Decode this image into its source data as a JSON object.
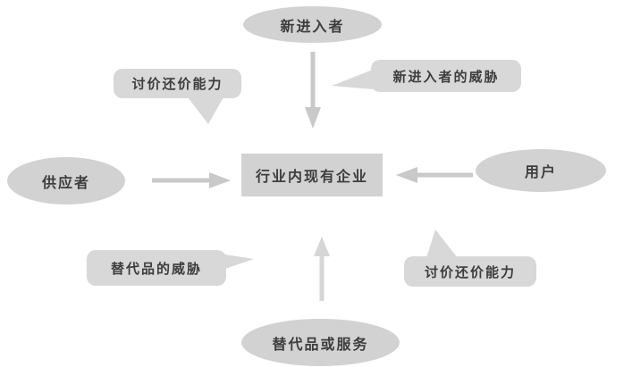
{
  "nodes": {
    "new_entrants": {
      "label": "新进入者",
      "shape": "ellipse"
    },
    "suppliers": {
      "label": "供应者",
      "shape": "ellipse"
    },
    "incumbents": {
      "label": "行业内现有企业",
      "shape": "rect"
    },
    "buyers": {
      "label": "用户",
      "shape": "ellipse"
    },
    "substitutes": {
      "label": "替代品或服务",
      "shape": "ellipse"
    }
  },
  "callouts": {
    "bargaining_power_suppliers": {
      "label": "讨价还价能力",
      "points_to": "suppliers-arrow"
    },
    "threat_of_new_entrants": {
      "label": "新进入者的威胁",
      "points_to": "new-entrants-arrow"
    },
    "threat_of_substitutes": {
      "label": "替代品的威胁",
      "points_to": "substitutes-arrow"
    },
    "bargaining_power_buyers": {
      "label": "讨价还价能力",
      "points_to": "buyers-arrow"
    }
  },
  "edges": [
    {
      "from": "new_entrants",
      "to": "incumbents",
      "direction": "down"
    },
    {
      "from": "suppliers",
      "to": "incumbents",
      "direction": "right"
    },
    {
      "from": "buyers",
      "to": "incumbents",
      "direction": "left"
    },
    {
      "from": "substitutes",
      "to": "incumbents",
      "direction": "up"
    }
  ],
  "colors": {
    "node_fill": "#d2d2d2",
    "callout_fill": "#d8d8d8",
    "arrow": "#c9c9c9",
    "arrow_light": "#d6d6d6",
    "text": "#3d3d3d",
    "background": "#ffffff"
  }
}
